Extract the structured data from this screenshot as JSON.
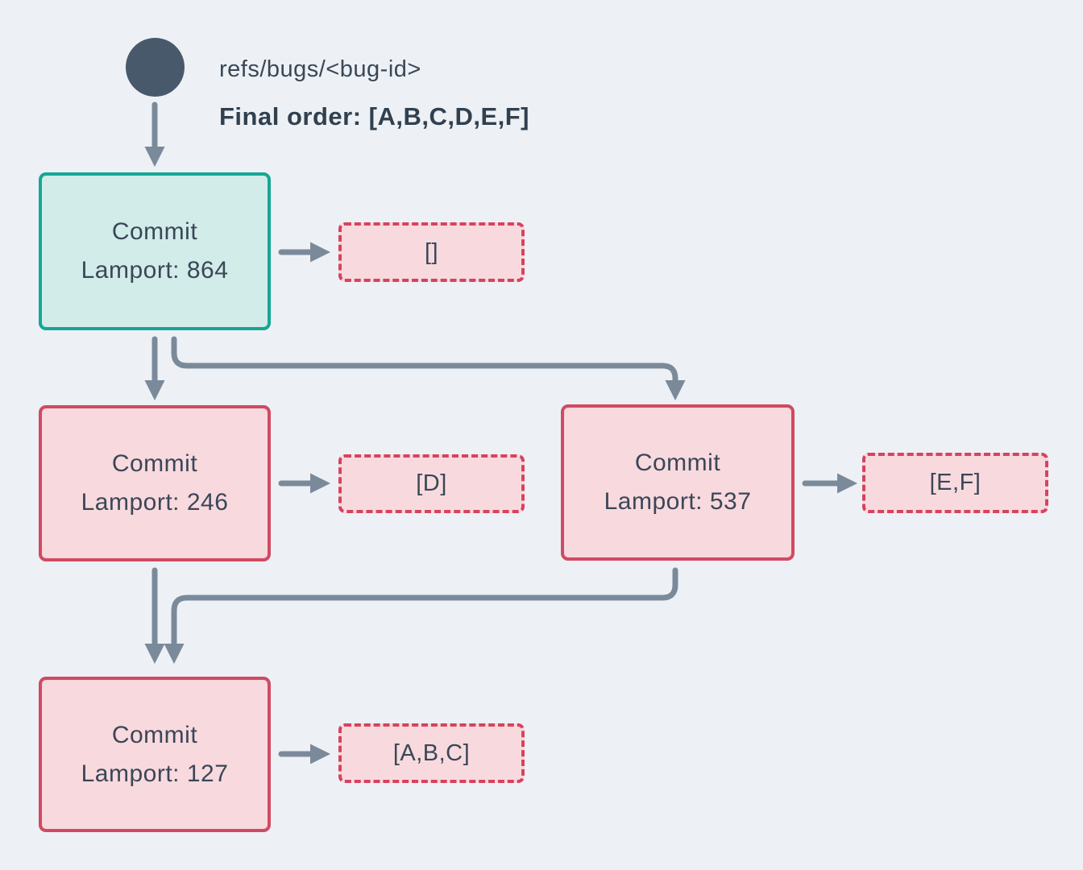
{
  "header": {
    "ref_label": "refs/bugs/<bug-id>",
    "final_order": "Final order: [A,B,C,D,E,F]"
  },
  "nodes": [
    {
      "id": "commit-864",
      "title": "Commit",
      "subtitle": "Lamport: 864",
      "ops": "[]",
      "role": "head"
    },
    {
      "id": "commit-246",
      "title": "Commit",
      "subtitle": "Lamport: 246",
      "ops": "[D]",
      "role": "normal"
    },
    {
      "id": "commit-537",
      "title": "Commit",
      "subtitle": "Lamport: 537",
      "ops": "[E,F]",
      "role": "normal"
    },
    {
      "id": "commit-127",
      "title": "Commit",
      "subtitle": "Lamport: 127",
      "ops": "[A,B,C]",
      "role": "normal"
    }
  ],
  "colors": {
    "background": "#edf1f5",
    "ref_circle": "#48596b",
    "text": "#3a4757",
    "arrow": "#7b8a9a",
    "head_node_border": "#17a695",
    "head_node_fill": "#d1ece9",
    "node_border": "#d04a63",
    "node_fill": "#f8d9de",
    "ops_border": "#d6435f",
    "ops_fill": "#f8dade"
  }
}
